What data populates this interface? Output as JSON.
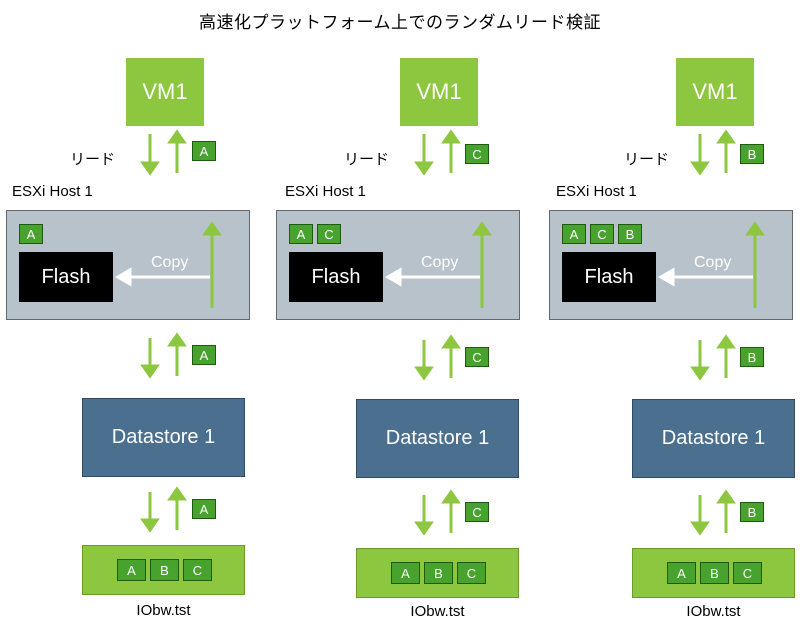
{
  "title": "高速化プラットフォーム上でのランダムリード検証",
  "colors": {
    "green": "#8dc63f",
    "block": "#48a22e",
    "host": "#b7c2cb",
    "datastore": "#4b6f8f",
    "flash": "#000000"
  },
  "columns": [
    {
      "vm": "VM1",
      "read_label": "リード",
      "vm_block": "A",
      "host_label": "ESXi Host 1",
      "flash_blocks": [
        "A"
      ],
      "flash": "Flash",
      "copy": "Copy",
      "mid_block": "A",
      "datastore": "Datastore 1",
      "ds_block": "A",
      "file_blocks": [
        "A",
        "B",
        "C"
      ],
      "file": "IObw.tst"
    },
    {
      "vm": "VM1",
      "read_label": "リード",
      "vm_block": "C",
      "host_label": "ESXi Host 1",
      "flash_blocks": [
        "A",
        "C"
      ],
      "flash": "Flash",
      "copy": "Copy",
      "mid_block": "C",
      "datastore": "Datastore 1",
      "ds_block": "C",
      "file_blocks": [
        "A",
        "B",
        "C"
      ],
      "file": "IObw.tst"
    },
    {
      "vm": "VM1",
      "read_label": "リード",
      "vm_block": "B",
      "host_label": "ESXi Host 1",
      "flash_blocks": [
        "A",
        "C",
        "B"
      ],
      "flash": "Flash",
      "copy": "Copy",
      "mid_block": "B",
      "datastore": "Datastore 1",
      "ds_block": "B",
      "file_blocks": [
        "A",
        "B",
        "C"
      ],
      "file": "IObw.tst"
    }
  ]
}
